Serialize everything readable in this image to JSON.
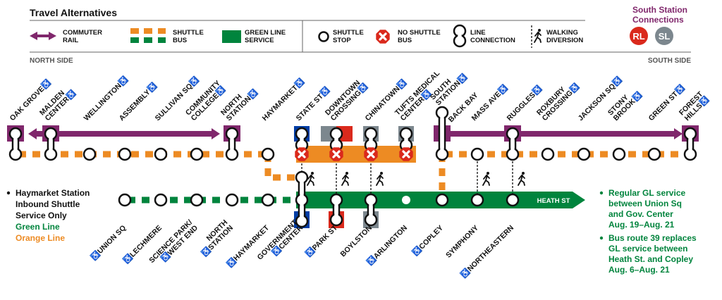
{
  "legend": {
    "title": "Travel Alternatives",
    "commuter_rail": [
      "COMMUTER",
      "RAIL"
    ],
    "shuttle_bus": [
      "SHUTTLE",
      "BUS"
    ],
    "green_line_service": [
      "GREEN LINE",
      "SERVICE"
    ],
    "shuttle_stop": [
      "SHUTTLE",
      "STOP"
    ],
    "no_shuttle_bus": [
      "NO SHUTTLE",
      "BUS"
    ],
    "line_connection": [
      "LINE",
      "CONNECTION"
    ],
    "walking_diversion": [
      "WALKING",
      "DIVERSION"
    ]
  },
  "south_station_connections": {
    "title": [
      "South Station",
      "Connections"
    ],
    "badges": [
      "RL",
      "SL"
    ]
  },
  "sides": {
    "north": "NORTH SIDE",
    "south": "SOUTH SIDE"
  },
  "orange_stations": [
    {
      "name": [
        "OAK GROVE"
      ],
      "accessible": true
    },
    {
      "name": [
        "MALDEN",
        "CENTER"
      ],
      "accessible": true
    },
    {
      "name": [
        "WELLINGTON"
      ],
      "accessible": true
    },
    {
      "name": [
        "ASSEMBLY"
      ],
      "accessible": true
    },
    {
      "name": [
        "SULLIVAN SQ"
      ],
      "accessible": true
    },
    {
      "name": [
        "COMMUNITY",
        "COLLEGE"
      ],
      "accessible": true
    },
    {
      "name": [
        "NORTH",
        "STATION"
      ],
      "accessible": true
    },
    {
      "name": [
        "HAYMARKET"
      ],
      "accessible": true
    },
    {
      "name": [
        "STATE ST"
      ],
      "accessible": true
    },
    {
      "name": [
        "DOWNTOWN",
        "CROSSING"
      ],
      "accessible": true
    },
    {
      "name": [
        "CHINATOWN"
      ],
      "accessible": true
    },
    {
      "name": [
        "TUFTS MEDICAL",
        "CENTER"
      ],
      "accessible": true
    },
    {
      "name": [
        "SOUTH",
        "STATION"
      ],
      "accessible": true
    },
    {
      "name": [
        "BACK BAY"
      ],
      "accessible": false
    },
    {
      "name": [
        "MASS AVE"
      ],
      "accessible": true
    },
    {
      "name": [
        "RUGGLES"
      ],
      "accessible": true
    },
    {
      "name": [
        "ROXBURY",
        "CROSSING"
      ],
      "accessible": true
    },
    {
      "name": [
        "JACKSON SQ"
      ],
      "accessible": true
    },
    {
      "name": [
        "STONY",
        "BROOK"
      ],
      "accessible": true
    },
    {
      "name": [
        "GREEN ST"
      ],
      "accessible": true
    },
    {
      "name": [
        "FOREST",
        "HILLS"
      ],
      "accessible": true
    }
  ],
  "green_stations": [
    {
      "name": [
        "UNION SQ"
      ],
      "accessible": true
    },
    {
      "name": [
        "LECHMERE"
      ],
      "accessible": true
    },
    {
      "name": [
        "SCIENCE PARK/",
        "WEST END"
      ],
      "accessible": true
    },
    {
      "name": [
        "NORTH",
        "STATION"
      ],
      "accessible": true
    },
    {
      "name": [
        "HAYMARKET"
      ],
      "accessible": true
    },
    {
      "name": [
        "GOVERNMENT",
        "CENTER"
      ],
      "accessible": true
    },
    {
      "name": [
        "PARK ST"
      ],
      "accessible": true
    },
    {
      "name": [
        "BOYLSTON"
      ],
      "accessible": false
    },
    {
      "name": [
        "ARLINGTON"
      ],
      "accessible": true
    },
    {
      "name": [
        "COPLEY"
      ],
      "accessible": true
    },
    {
      "name": [
        "SYMPHONY"
      ],
      "accessible": false
    },
    {
      "name": [
        "NORTHEASTERN"
      ],
      "accessible": true
    }
  ],
  "terminus_label": "HEATH ST",
  "left_note": {
    "lines": [
      "Haymarket Station",
      "Inbound Shuttle",
      "Service Only"
    ],
    "green": "Green Line",
    "orange": "Orange Line"
  },
  "right_notes": [
    [
      "Regular GL service",
      "between Union Sq",
      "and Gov. Center",
      "Aug. 19–Aug. 21"
    ],
    [
      "Bus route 39 replaces",
      "GL service between",
      "Heath St. and Copley",
      "Aug. 6–Aug. 21"
    ]
  ],
  "icons": {
    "accessible": "wheelchair-icon",
    "walk": "walking-person-icon",
    "no_bus": "x-octagon-icon"
  },
  "colors": {
    "purple": "#80276c",
    "orange": "#ed8b23",
    "green": "#00843d",
    "blue": "#003da5",
    "red": "#da291c",
    "gray": "#7c878e"
  }
}
